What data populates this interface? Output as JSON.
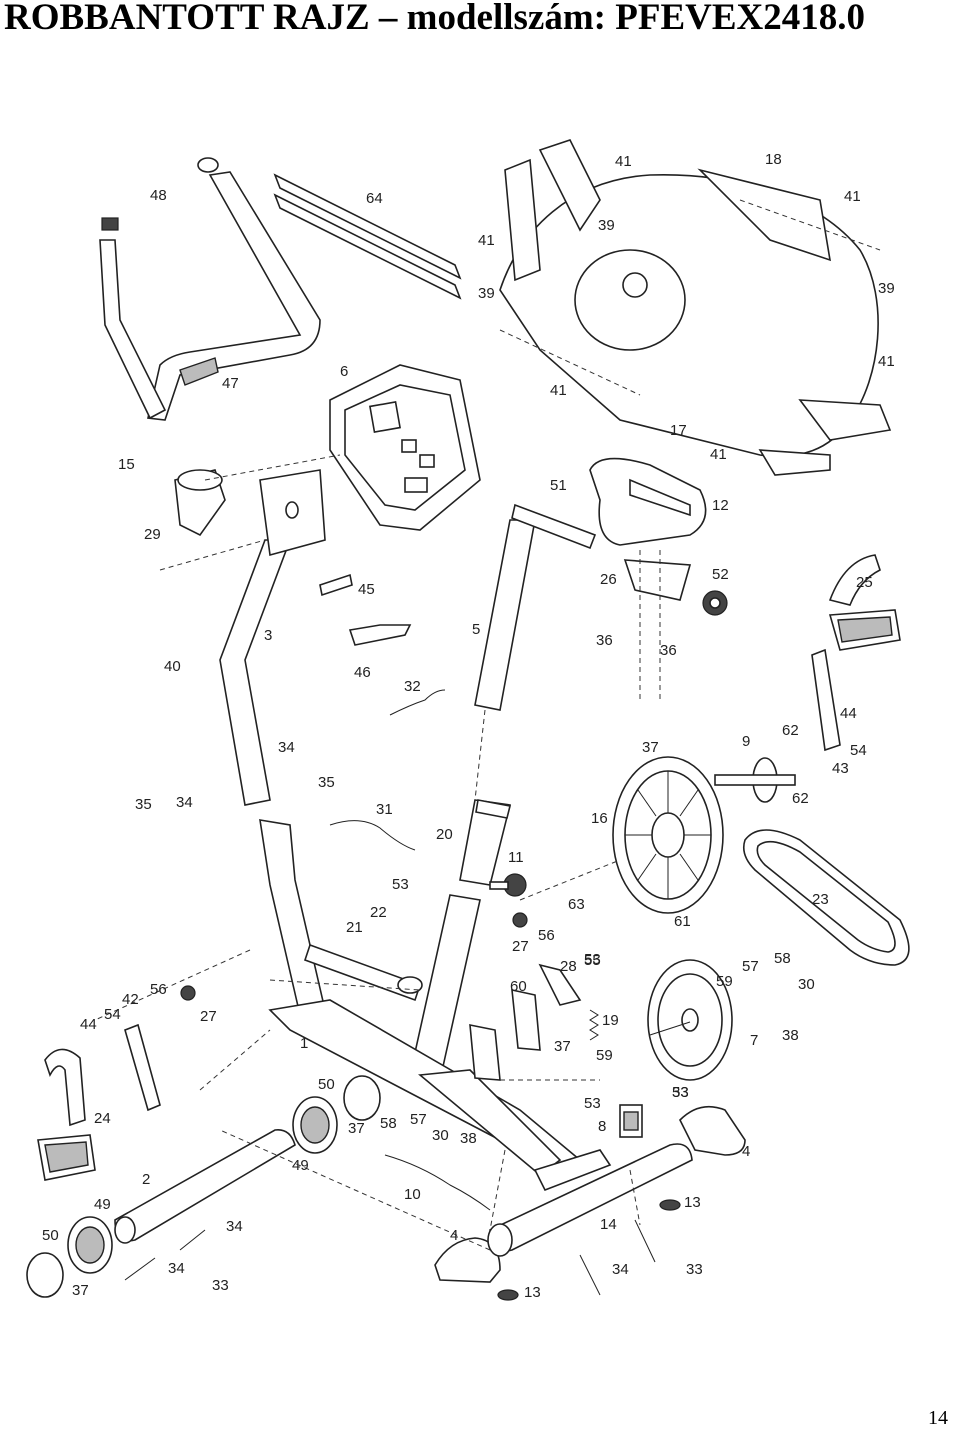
{
  "header": {
    "title": "ROBBANTOTT RAJZ – modellszám: PFEVEX2418.0"
  },
  "footer": {
    "page_number": "14"
  },
  "diagram": {
    "callouts": [
      "1",
      "2",
      "3",
      "4",
      "4",
      "5",
      "6",
      "7",
      "8",
      "9",
      "10",
      "11",
      "12",
      "13",
      "13",
      "14",
      "15",
      "16",
      "17",
      "18",
      "19",
      "20",
      "21",
      "22",
      "23",
      "24",
      "25",
      "26",
      "27",
      "27",
      "28",
      "29",
      "30",
      "30",
      "31",
      "32",
      "33",
      "33",
      "33",
      "34",
      "34",
      "34",
      "34",
      "34",
      "35",
      "35",
      "36",
      "36",
      "37",
      "37",
      "37",
      "37",
      "38",
      "38",
      "39",
      "39",
      "39",
      "40",
      "41",
      "41",
      "41",
      "41",
      "41",
      "41",
      "42",
      "43",
      "44",
      "44",
      "45",
      "46",
      "47",
      "48",
      "49",
      "49",
      "50",
      "50",
      "51",
      "52",
      "53",
      "53",
      "53",
      "53",
      "54",
      "54",
      "55",
      "56",
      "56",
      "57",
      "57",
      "58",
      "58",
      "59",
      "59",
      "60",
      "61",
      "62",
      "62",
      "63",
      "64"
    ]
  }
}
